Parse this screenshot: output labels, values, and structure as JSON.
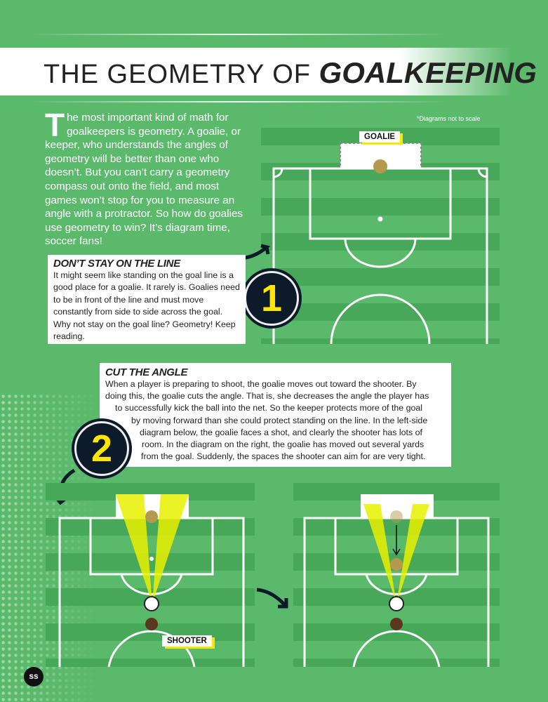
{
  "header": {
    "title_light": "THE GEOMETRY OF",
    "title_bold": "GOALKEEPING"
  },
  "intro": {
    "dropcap": "T",
    "text": "he most important kind of math for goalkeepers is geometry. A goalie, or keeper, who understands the angles of geometry will be better than one who doesn’t. But you can’t carry a geometry compass out onto the field, and most games won’t stop for you to measure an angle with a protractor. So how do goalies use geometry to win? It’s diagram time, soccer fans!"
  },
  "note": "*Diagrams not to scale",
  "section1": {
    "number": "1",
    "heading": "DON’T STAY ON THE LINE",
    "text": "It might seem like standing on the goal line is a good place for a goalie. It rarely is. Goalies need to be in front of the line and must move constantly from side to side across the goal. Why not stay on the goal line? Geometry! Keep reading."
  },
  "section2": {
    "number": "2",
    "heading": "CUT THE ANGLE",
    "lines": [
      "When a player is preparing to shoot, the goalie moves out toward the shooter. By",
      "doing this, the goalie cuts the angle. That is, she decreases the angle the player has",
      "to successfully kick the ball into the net. So the keeper protects more of the goal",
      "by moving forward than she could protect standing on the line. In the left-side",
      "diagram below, the goalie faces a shot, and clearly the shooter has lots of",
      "room. In the diagram on the right, the goalie has moved out several yards",
      "from the goal. Suddenly, the spaces the shooter can aim for are very tight."
    ]
  },
  "labels": {
    "goalie": "GOALIE",
    "shooter": "SHOOTER"
  },
  "page_number": "ss",
  "colors": {
    "background": "#5bb96b",
    "stripe": "#46a858",
    "accent": "#ffe600",
    "badge": "#0c1a2a"
  }
}
